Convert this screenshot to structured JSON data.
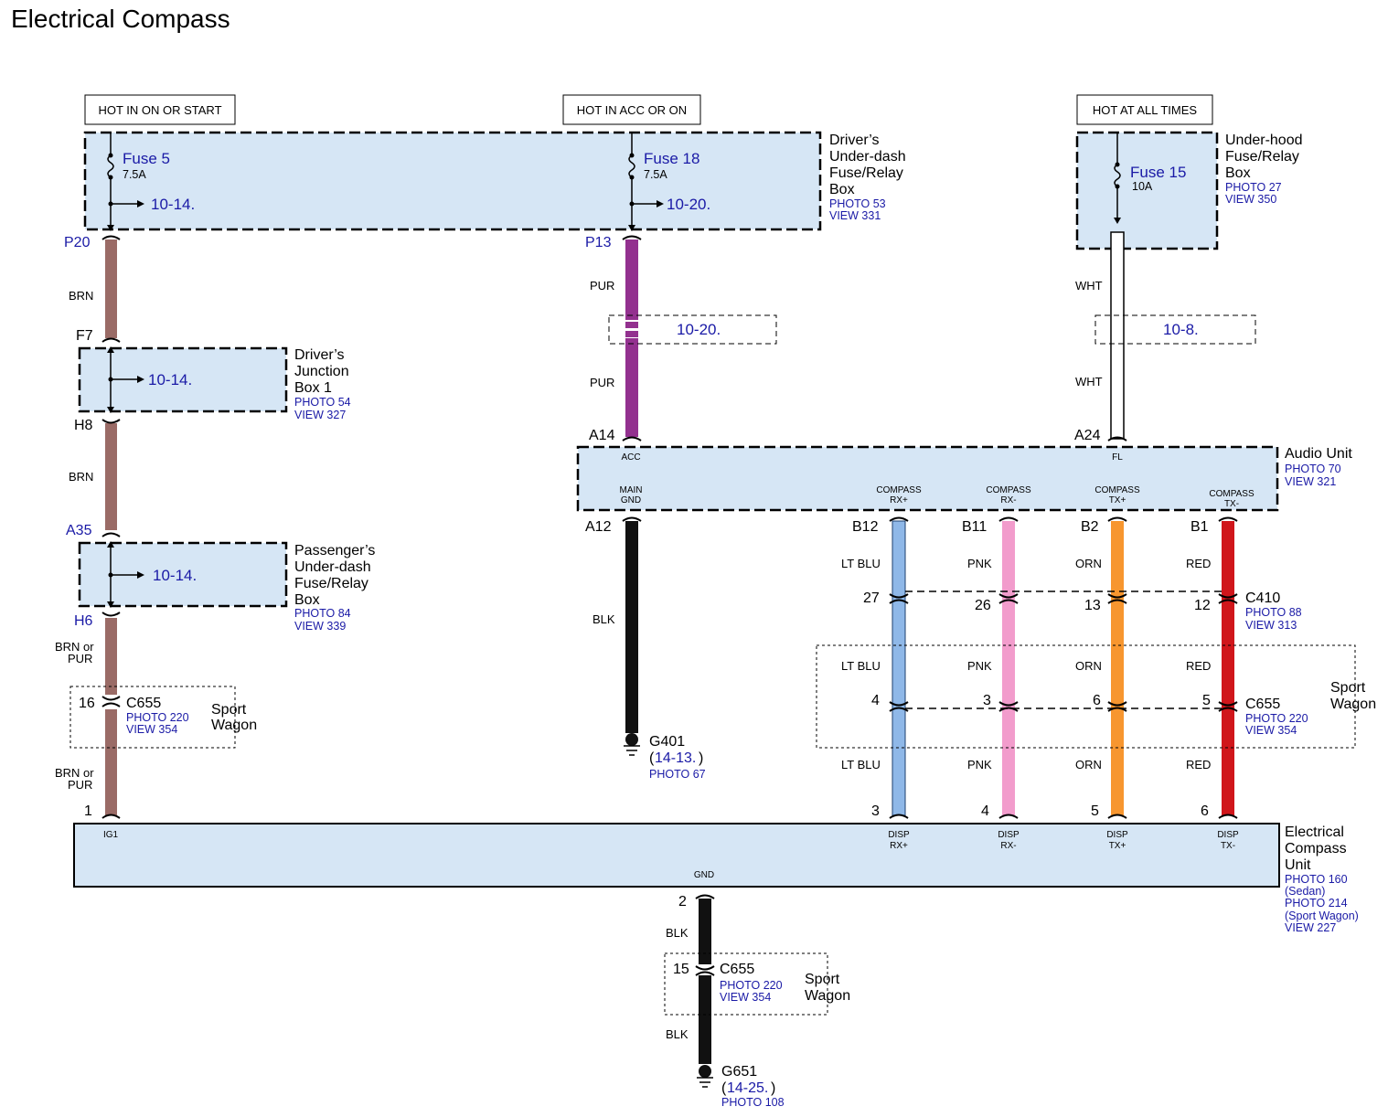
{
  "title": "Electrical Compass",
  "hot_labels": {
    "left": "HOT IN ON OR START",
    "center": "HOT IN ACC OR ON",
    "right": "HOT AT ALL TIMES"
  },
  "driver_underdash_box": {
    "name_lines": [
      "Driver’s",
      "Under-dash",
      "Fuse/Relay",
      "Box"
    ],
    "photo": "PHOTO 53",
    "view": "VIEW 331",
    "fuse_a": {
      "name": "Fuse 5",
      "rating": "7.5A",
      "ref": "10-14."
    },
    "fuse_b": {
      "name": "Fuse 18",
      "rating": "7.5A",
      "ref": "10-20."
    }
  },
  "underhood_box": {
    "name_lines": [
      "Under-hood",
      "Fuse/Relay",
      "Box"
    ],
    "photo": "PHOTO 27",
    "view": "VIEW 350",
    "fuse": {
      "name": "Fuse 15",
      "rating": "10A"
    }
  },
  "junction_box": {
    "name_lines": [
      "Driver’s",
      "Junction",
      "Box 1"
    ],
    "photo": "PHOTO 54",
    "view": "VIEW 327",
    "ref": "10-14."
  },
  "passenger_box": {
    "name_lines": [
      "Passenger’s",
      "Under-dash",
      "Fuse/Relay",
      "Box"
    ],
    "photo": "PHOTO 84",
    "view": "VIEW 339",
    "ref": "10-14."
  },
  "left_wire": {
    "pins": {
      "p20": "P20",
      "f7": "F7",
      "h8": "H8",
      "a35": "A35",
      "h6": "H6",
      "c655": "16",
      "unit": "1"
    },
    "colors": {
      "seg1": "BRN",
      "seg2": "BRN",
      "seg3_lines": [
        "BRN or",
        "PUR"
      ],
      "seg4_lines": [
        "BRN or",
        "PUR"
      ]
    },
    "wire_color": "#9a6b66"
  },
  "c655_left": {
    "name": "C655",
    "photo": "PHOTO 220",
    "view": "VIEW 354",
    "note_lines": [
      "Sport",
      "Wagon"
    ]
  },
  "acc_wire": {
    "pins": {
      "p13": "P13",
      "a14": "A14"
    },
    "colors": {
      "seg1": "PUR",
      "seg2": "PUR"
    },
    "ref": "10-20.",
    "wire_color": "#93318f"
  },
  "wht_wire": {
    "pins": {
      "a24": "A24"
    },
    "colors": {
      "seg1": "WHT",
      "seg2": "WHT"
    },
    "ref": "10-8."
  },
  "audio_unit": {
    "name": "Audio Unit",
    "photo": "PHOTO 70",
    "view": "VIEW 321",
    "term_acc": "ACC",
    "term_fl": "FL",
    "term_gnd_lines": [
      "MAIN",
      "GND"
    ],
    "terms": [
      {
        "lines": [
          "COMPASS",
          "RX+"
        ]
      },
      {
        "lines": [
          "COMPASS",
          "RX-"
        ]
      },
      {
        "lines": [
          "COMPASS",
          "TX+"
        ]
      },
      {
        "lines": [
          "COMPASS",
          "TX-"
        ]
      }
    ]
  },
  "ground_wire": {
    "pin": "A12",
    "color": "BLK",
    "ground": {
      "name": "G401",
      "ref": "14-13.",
      "photo": "PHOTO 67"
    }
  },
  "comm_wires": [
    {
      "top_pin": "B12",
      "color": "LT BLU",
      "c410_pin": "27",
      "c655_pin": "4",
      "unit_pin": "3",
      "unit_lines": [
        "DISP",
        "RX+"
      ],
      "hex": "#8fb8e8"
    },
    {
      "top_pin": "B11",
      "color": "PNK",
      "c410_pin": "26",
      "c655_pin": "3",
      "unit_pin": "4",
      "unit_lines": [
        "DISP",
        "RX-"
      ],
      "hex": "#f29ccc"
    },
    {
      "top_pin": "B2",
      "color": "ORN",
      "c410_pin": "13",
      "c655_pin": "6",
      "unit_pin": "5",
      "unit_lines": [
        "DISP",
        "TX+"
      ],
      "hex": "#f7962f"
    },
    {
      "top_pin": "B1",
      "color": "RED",
      "c410_pin": "12",
      "c655_pin": "5",
      "unit_pin": "6",
      "unit_lines": [
        "DISP",
        "TX-"
      ],
      "hex": "#d0161b"
    }
  ],
  "c410": {
    "name": "C410",
    "photo": "PHOTO 88",
    "view": "VIEW 313"
  },
  "c655_right": {
    "name": "C655",
    "photo": "PHOTO 220",
    "view": "VIEW 354",
    "note_lines": [
      "Sport",
      "Wagon"
    ]
  },
  "compass_unit": {
    "name_lines": [
      "Electrical",
      "Compass",
      "Unit"
    ],
    "ref_lines": [
      "PHOTO 160",
      "(Sedan)",
      "PHOTO 214",
      "(Sport Wagon)",
      "VIEW 227"
    ],
    "term_ig1": "IG1",
    "term_gnd": "GND"
  },
  "bottom_wire": {
    "pin_top": "2",
    "color1": "BLK",
    "c655_pin": "15",
    "color2": "BLK",
    "c655": {
      "name": "C655",
      "photo": "PHOTO 220",
      "view": "VIEW 354",
      "note_lines": [
        "Sport",
        "Wagon"
      ]
    },
    "ground": {
      "name": "G651",
      "ref": "14-25.",
      "photo": "PHOTO 108"
    }
  },
  "colors": {
    "box_fill": "#d6e6f5",
    "ref_blue": "#1a1aa6"
  }
}
